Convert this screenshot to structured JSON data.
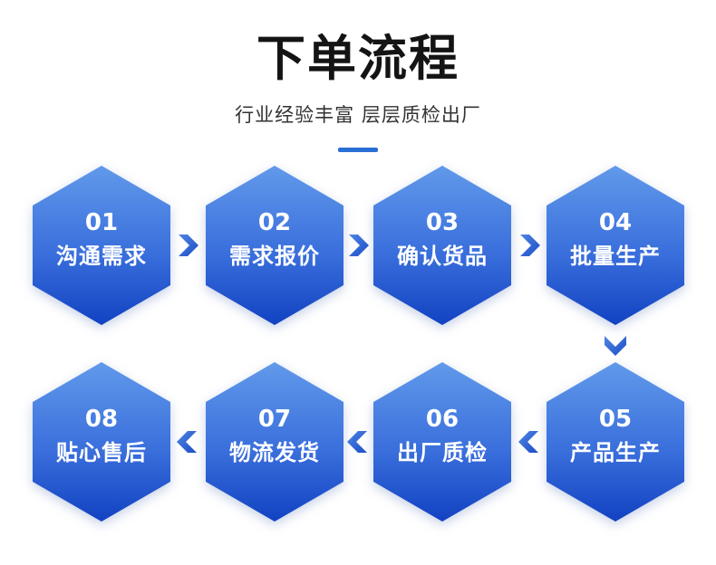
{
  "header": {
    "title": "下单流程",
    "subtitle": "行业经验丰富 层层质检出厂"
  },
  "colors": {
    "hex_top": "#5b93e8",
    "hex_bottom": "#1647c4",
    "arrow": "#2d63d1",
    "underline": "#2a6fd4"
  },
  "steps": [
    {
      "num": "01",
      "label": "沟通需求"
    },
    {
      "num": "02",
      "label": "需求报价"
    },
    {
      "num": "03",
      "label": "确认货品"
    },
    {
      "num": "04",
      "label": "批量生产"
    },
    {
      "num": "05",
      "label": "产品生产"
    },
    {
      "num": "06",
      "label": "出厂质检"
    },
    {
      "num": "07",
      "label": "物流发货"
    },
    {
      "num": "08",
      "label": "贴心售后"
    }
  ],
  "arrows": {
    "row1": [
      "chevron-right-icon",
      "chevron-right-icon",
      "chevron-right-icon"
    ],
    "down": "chevron-down-icon",
    "row2": [
      "chevron-left-icon",
      "chevron-left-icon",
      "chevron-left-icon"
    ]
  }
}
